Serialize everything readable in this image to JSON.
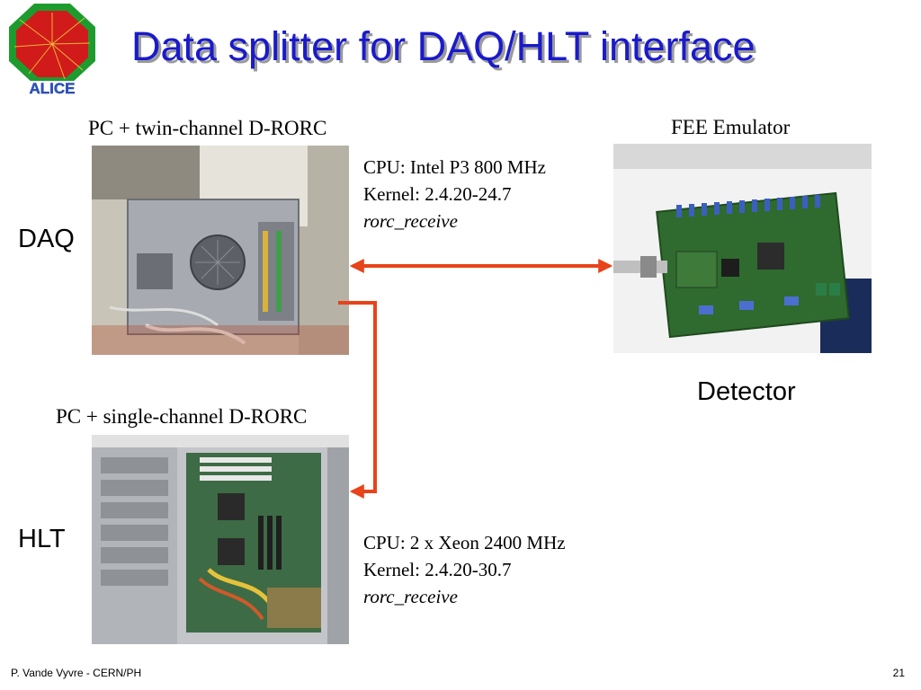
{
  "title": "Data splitter for DAQ/HLT interface",
  "logo": {
    "text": "ALICE"
  },
  "daq": {
    "side_label": "DAQ",
    "caption": "PC + twin-channel D-RORC",
    "spec": {
      "cpu": "CPU: Intel P3 800 MHz",
      "kernel": "Kernel: 2.4.20-24.7",
      "program": "rorc_receive"
    }
  },
  "fee": {
    "caption": "FEE Emulator",
    "label": "Detector"
  },
  "hlt": {
    "side_label": "HLT",
    "caption": "PC + single-channel D-RORC",
    "spec": {
      "cpu": "CPU: 2 x Xeon 2400 MHz",
      "kernel": "Kernel: 2.4.20-30.7",
      "program": "rorc_receive"
    }
  },
  "footer": {
    "author": "P. Vande Vyvre - CERN/PH",
    "page": "21"
  },
  "colors": {
    "title": "#1a1acc",
    "arrow": "#e8431a"
  }
}
